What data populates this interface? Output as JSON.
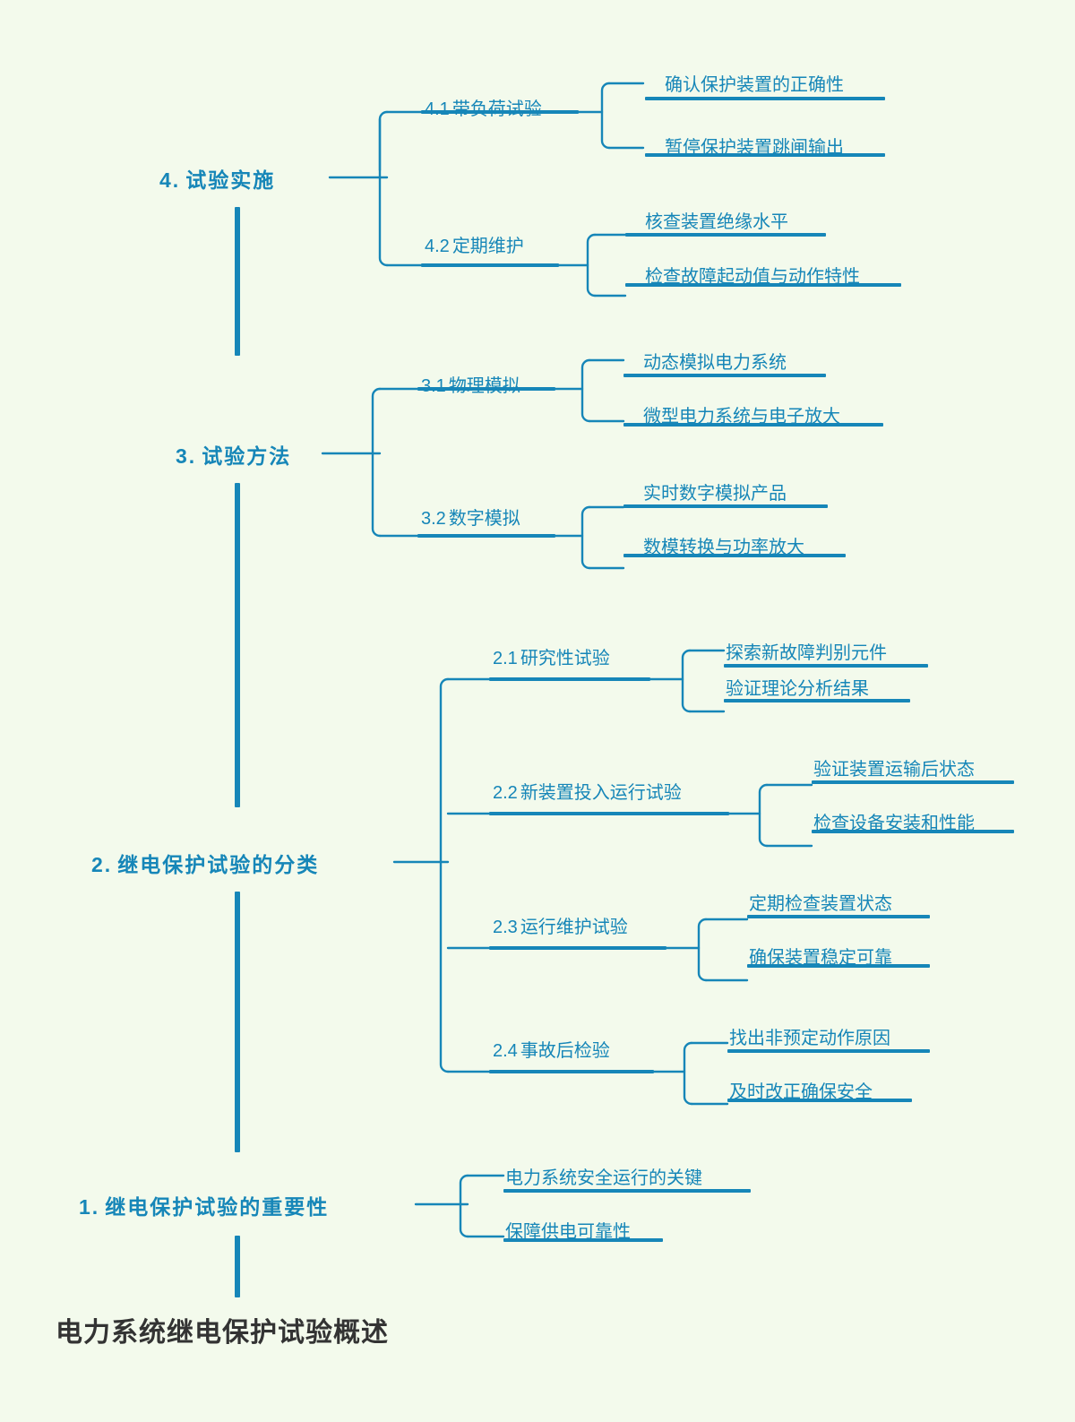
{
  "theme": {
    "background": "#f3faec",
    "accent": "#1686b8",
    "line": "#1686b8",
    "root_text": "#333333"
  },
  "map": {
    "root": {
      "label": "电力系统继电保护试验概述"
    },
    "branches": [
      {
        "num": "4.",
        "title": "试验实施",
        "children": [
          {
            "num": "4.1",
            "title": "带负荷试验",
            "leaves": [
              "确认保护装置的正确性",
              "暂停保护装置跳闸输出"
            ]
          },
          {
            "num": "4.2",
            "title": "定期维护",
            "leaves": [
              "核查装置绝缘水平",
              "检查故障起动值与动作特性"
            ]
          }
        ]
      },
      {
        "num": "3.",
        "title": "试验方法",
        "children": [
          {
            "num": "3.1",
            "title": "物理模拟",
            "leaves": [
              "动态模拟电力系统",
              "微型电力系统与电子放大"
            ]
          },
          {
            "num": "3.2",
            "title": "数字模拟",
            "leaves": [
              "实时数字模拟产品",
              "数模转换与功率放大"
            ]
          }
        ]
      },
      {
        "num": "2.",
        "title": "继电保护试验的分类",
        "children": [
          {
            "num": "2.1",
            "title": "研究性试验",
            "leaves": [
              "探索新故障判别元件",
              "验证理论分析结果"
            ]
          },
          {
            "num": "2.2",
            "title": "新装置投入运行试验",
            "leaves": [
              "验证装置运输后状态",
              "检查设备安装和性能"
            ]
          },
          {
            "num": "2.3",
            "title": "运行维护试验",
            "leaves": [
              "定期检查装置状态",
              "确保装置稳定可靠"
            ]
          },
          {
            "num": "2.4",
            "title": "事故后检验",
            "leaves": [
              "找出非预定动作原因",
              "及时改正确保安全"
            ]
          }
        ]
      },
      {
        "num": "1.",
        "title": "继电保护试验的重要性",
        "children": [],
        "leaves": [
          "电力系统安全运行的关键",
          "保障供电可靠性"
        ]
      }
    ]
  },
  "nodes": {
    "b4": {
      "num": "4.",
      "title": "试验实施"
    },
    "b4_1": {
      "num": "4.1",
      "title": "带负荷试验"
    },
    "b4_1_a": "确认保护装置的正确性",
    "b4_1_b": "暂停保护装置跳闸输出",
    "b4_2": {
      "num": "4.2",
      "title": "定期维护"
    },
    "b4_2_a": "核查装置绝缘水平",
    "b4_2_b": "检查故障起动值与动作特性",
    "b3": {
      "num": "3.",
      "title": "试验方法"
    },
    "b3_1": {
      "num": "3.1",
      "title": "物理模拟"
    },
    "b3_1_a": "动态模拟电力系统",
    "b3_1_b": "微型电力系统与电子放大",
    "b3_2": {
      "num": "3.2",
      "title": "数字模拟"
    },
    "b3_2_a": "实时数字模拟产品",
    "b3_2_b": "数模转换与功率放大",
    "b2": {
      "num": "2.",
      "title": "继电保护试验的分类"
    },
    "b2_1": {
      "num": "2.1",
      "title": "研究性试验"
    },
    "b2_1_a": "探索新故障判别元件",
    "b2_1_b": "验证理论分析结果",
    "b2_2": {
      "num": "2.2",
      "title": "新装置投入运行试验"
    },
    "b2_2_a": "验证装置运输后状态",
    "b2_2_b": "检查设备安装和性能",
    "b2_3": {
      "num": "2.3",
      "title": "运行维护试验"
    },
    "b2_3_a": "定期检查装置状态",
    "b2_3_b": "确保装置稳定可靠",
    "b2_4": {
      "num": "2.4",
      "title": "事故后检验"
    },
    "b2_4_a": "找出非预定动作原因",
    "b2_4_b": "及时改正确保安全",
    "b1": {
      "num": "1.",
      "title": "继电保护试验的重要性"
    },
    "b1_a": "电力系统安全运行的关键",
    "b1_b": "保障供电可靠性",
    "root": "电力系统继电保护试验概述"
  }
}
